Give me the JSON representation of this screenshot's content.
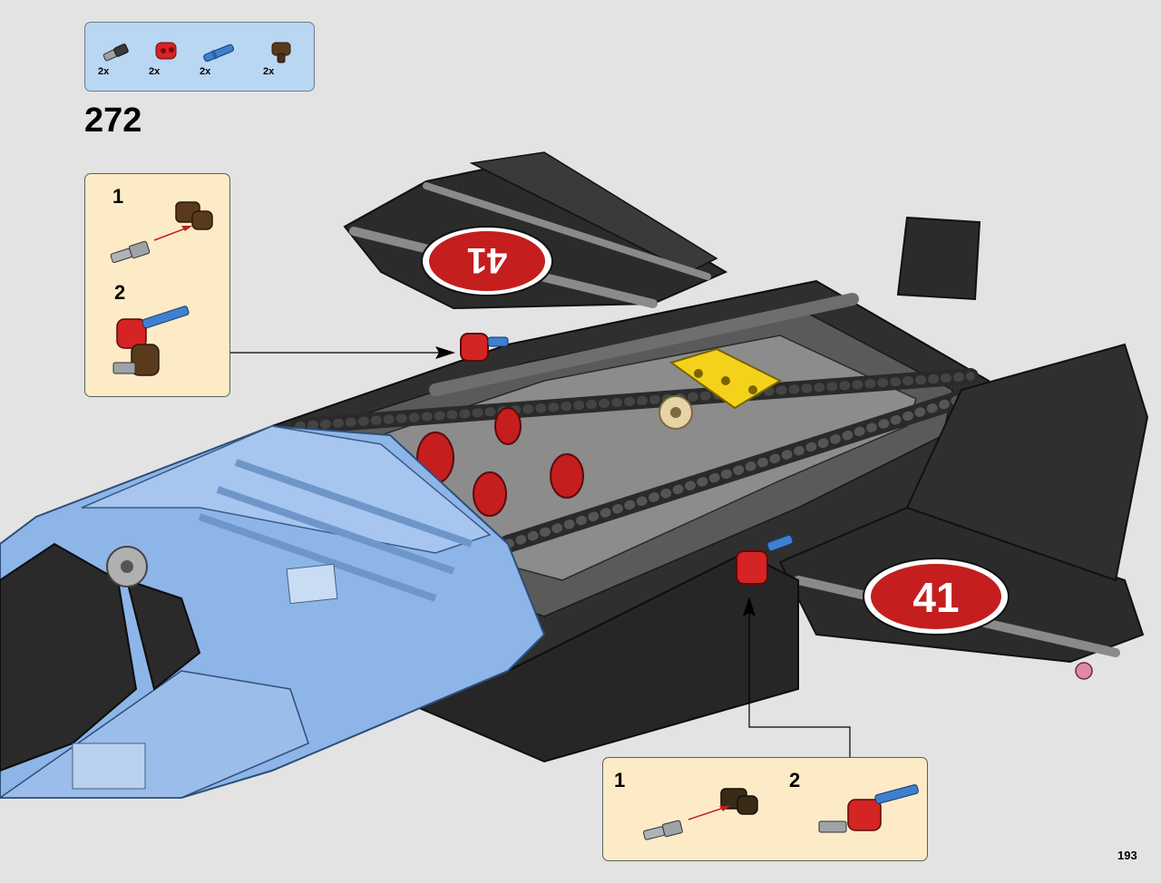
{
  "parts_list": {
    "items": [
      {
        "icon": "pin-with-bush-icon",
        "qty": "2x"
      },
      {
        "icon": "red-connector-icon",
        "qty": "2x"
      },
      {
        "icon": "blue-axle-pin-icon",
        "qty": "2x"
      },
      {
        "icon": "brown-pin-connector-icon",
        "qty": "2x"
      }
    ]
  },
  "step": {
    "number": "272"
  },
  "callout_left": {
    "steps": [
      "1",
      "2"
    ]
  },
  "callout_bottom": {
    "steps": [
      "1",
      "2"
    ]
  },
  "page": {
    "number": "193"
  },
  "decals": {
    "race_number": "41"
  },
  "colors": {
    "background": "#e3e3e3",
    "parts_box": "#b9d6f2",
    "callout_box": "#fcebc6",
    "model_black": "#2b2b2b",
    "model_blue": "#8db5e8",
    "accent_red": "#cc1f1f",
    "accent_yellow": "#f4d21c"
  }
}
